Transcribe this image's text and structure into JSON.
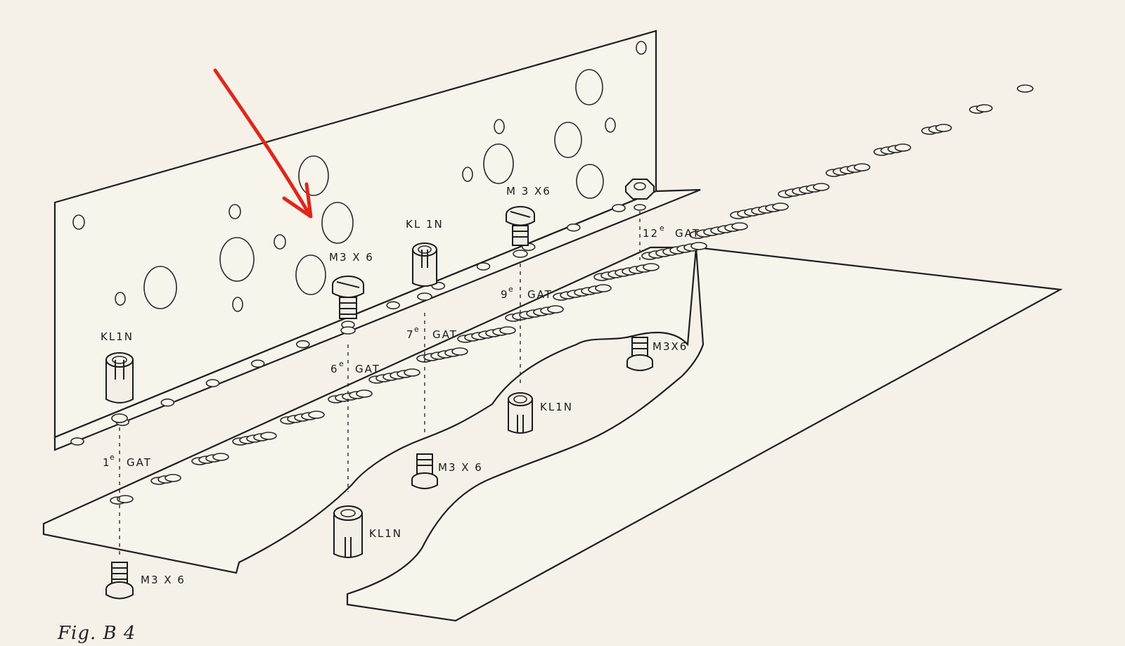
{
  "labels": {
    "kl1n_left": "KL1N",
    "kl1n_mid": "KL 1N",
    "kl1n_center": "KL1N",
    "kl1n_bottom": "KL1N",
    "m3x6_a": "M3 X 6",
    "m3x6_b": "M 3 X6",
    "m3x6_c": "M3X6",
    "m3x6_d": "M3 X 6",
    "m3x6_e": "M3 X 6",
    "gat_1_num": "1",
    "gat_6_num": "6",
    "gat_7_num": "7",
    "gat_9_num": "9",
    "gat_12_num": "12",
    "gat_sup": "e",
    "gat_word": "GAT"
  },
  "caption": "Fig. B 4",
  "colors": {
    "paper": "#f5f1e8",
    "ink": "#1f1f1f",
    "arrow": "#e0261a"
  },
  "icons": {
    "arrow": "red-arrow-icon",
    "screw": "m3x6-screw-icon",
    "spacer": "kl1n-spacer-icon",
    "nut": "hex-nut-icon"
  }
}
